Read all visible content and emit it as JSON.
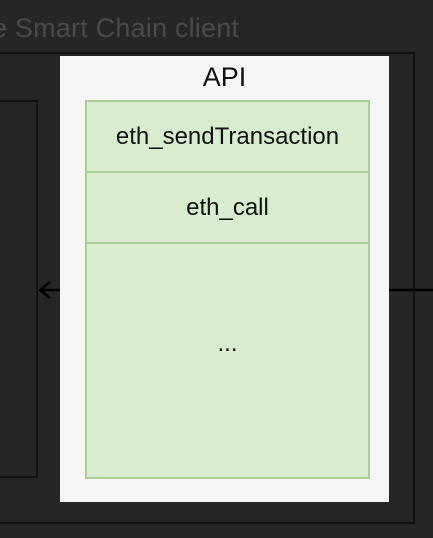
{
  "client": {
    "title": "e Smart Chain client"
  },
  "api": {
    "title": "API",
    "methods": [
      {
        "label": "eth_sendTransaction"
      },
      {
        "label": "eth_call"
      },
      {
        "label": "..."
      }
    ]
  },
  "colors": {
    "background": "#262626",
    "api_panel": "#f5f5f5",
    "method_fill": "#d8eccf",
    "method_border": "#a9cf97"
  }
}
